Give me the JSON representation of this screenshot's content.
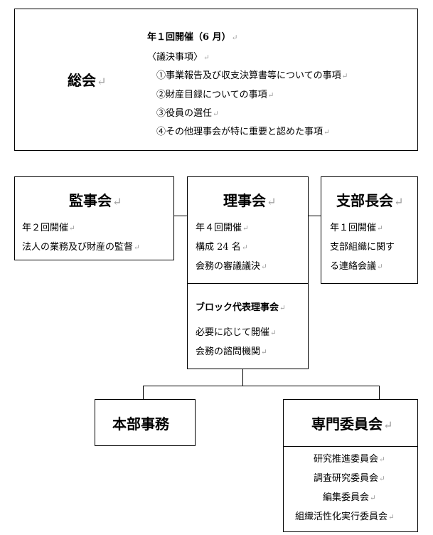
{
  "general_assembly": {
    "title": "総会",
    "meeting": "年１回開催（6 月）",
    "resolutions_header": "〈議決事項〉",
    "items": [
      "①事業報告及び収支決算書等についての事項",
      "②財産目録についての事項",
      "③役員の選任",
      "④その他理事会が特に重要と認めた事項"
    ]
  },
  "auditors": {
    "title": "監事会",
    "lines": [
      "年２回開催",
      "法人の業務及び財産の監督"
    ]
  },
  "board": {
    "title": "理事会",
    "lines": [
      "年４回開催",
      "構成 24 名",
      "会務の審議議決"
    ]
  },
  "block_reps": {
    "title": "ブロック代表理事会",
    "lines": [
      "必要に応じて開催",
      "会務の諮問機関"
    ]
  },
  "branch_heads": {
    "title": "支部長会",
    "lines": [
      "年１回開催",
      "支部組織に関す",
      "る連絡会議"
    ]
  },
  "headquarters": {
    "title": "本部事務"
  },
  "committees": {
    "title": "専門委員会",
    "items": [
      "研究推進委員会",
      "調査研究委員会",
      "編集委員会",
      "組織活性化実行委員会"
    ]
  },
  "paragraph_mark": "↵"
}
